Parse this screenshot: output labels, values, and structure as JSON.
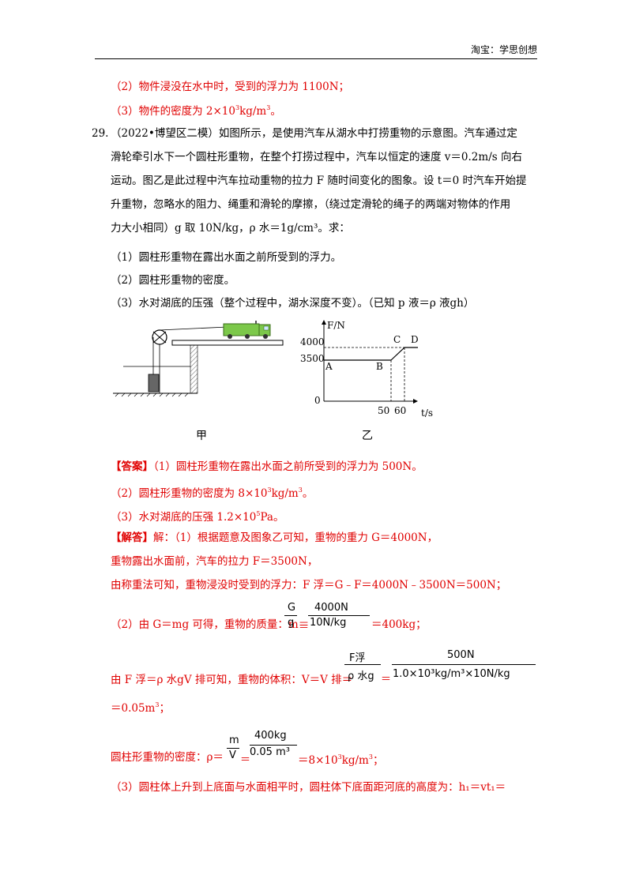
{
  "header": {
    "text": "淘宝：学思创想"
  },
  "prev": {
    "l2": "（2）物件浸没在水中时，受到的浮力为 1100N；",
    "l3a": "（3）物件的密度为 2×10",
    "l3exp": "3",
    "l3b": "kg/m",
    "l3exp2": "3",
    "l3c": "。"
  },
  "problem": {
    "number": "29.",
    "lines": [
      "（2022•博望区二模）如图所示，是使用汽车从湖水中打捞重物的示意图。汽车通过定",
      "滑轮牵引水下一个圆柱形重物，在整个打捞过程中，汽车以恒定的速度 v＝0.2m/s 向右",
      "运动。图乙是此过程中汽车拉动重物的拉力 F 随时间变化的图象。设 t＝0 时汽车开始提",
      "升重物，忽略水的阻力、绳重和滑轮的摩擦，（绕过定滑轮的绳子的两端对物体的作用",
      "力大小相同）g 取 10N/kg，ρ 水＝1g/cm³。求："
    ],
    "q1": "（1）圆柱形重物在露出水面之前所受到的浮力。",
    "q2": "（2）圆柱形重物的密度。",
    "q3": "（3）水对湖底的压强（整个过程中，湖水深度不变）。（已知 p 液＝ρ 液gh）"
  },
  "figure": {
    "caption_a": "甲",
    "caption_b": "乙"
  },
  "chart_data": {
    "type": "line",
    "ylabel": "F/N",
    "xlabel": "t/s",
    "yticks": [
      "4000",
      "3500",
      "0"
    ],
    "xticks": [
      "50",
      "60"
    ],
    "points": [
      {
        "label": "A",
        "t": 0,
        "F": 3500
      },
      {
        "label": "B",
        "t": 50,
        "F": 3500
      },
      {
        "label": "C",
        "t": 60,
        "F": 4000
      },
      {
        "label": "D",
        "t": 70,
        "F": 4000
      }
    ]
  },
  "answer": {
    "a1_tag": "【答案】",
    "a1": "（1）圆柱形重物在露出水面之前所受到的浮力为 500N。",
    "a2a": "（2）圆柱形重物的密度为 8×10",
    "a2exp": "3",
    "a2b": "kg/m",
    "a2exp2": "3",
    "a2c": "。",
    "a3a": "（3）水对湖底的压强 1.2×10",
    "a3exp": "5",
    "a3b": "Pa。"
  },
  "solution": {
    "tag": "【解答】",
    "s1": "解：（1）根据题意及图象乙可知，重物的重力 G＝4000N，",
    "s2": "重物露出水面前，汽车的拉力 F＝3500N，",
    "s3": "由称重法可知，重物浸没时受到的浮力：F 浮＝G﹣F＝4000N﹣3500N＝500N；",
    "s4a": "（2）由 G＝mg 可得，重物的质量：m＝",
    "s4f1n": "G",
    "s4f1d": "g",
    "s4eq": "＝",
    "s4f2n": "4000N",
    "s4f2d": "10N/kg",
    "s4b": "＝400kg；",
    "s5a": "由 F 浮＝ρ 水gV 排可知，重物的体积：V＝V 排＝",
    "s5f1n": "F浮",
    "s5f1d": "ρ 水g",
    "s5eq": "＝",
    "s5f2n": "500N",
    "s5f2d": "1.0×10³kg/m³×10N/kg",
    "s6a": "＝0.05m",
    "s6exp": "3",
    "s6b": "；",
    "s7a": "圆柱形重物的密度：ρ＝",
    "s7f1n": "m",
    "s7f1d": "V",
    "s7eq": "＝",
    "s7f2n": "400kg",
    "s7f2d": "0.05 m³",
    "s7b": "＝8×10",
    "s7exp": "3",
    "s7c": "kg/m",
    "s7exp2": "3",
    "s7d": "；",
    "s8": "（3）圆柱体上升到上底面与水面相平时，圆柱体下底面距河底的高度为：h₁＝vt₁＝"
  }
}
